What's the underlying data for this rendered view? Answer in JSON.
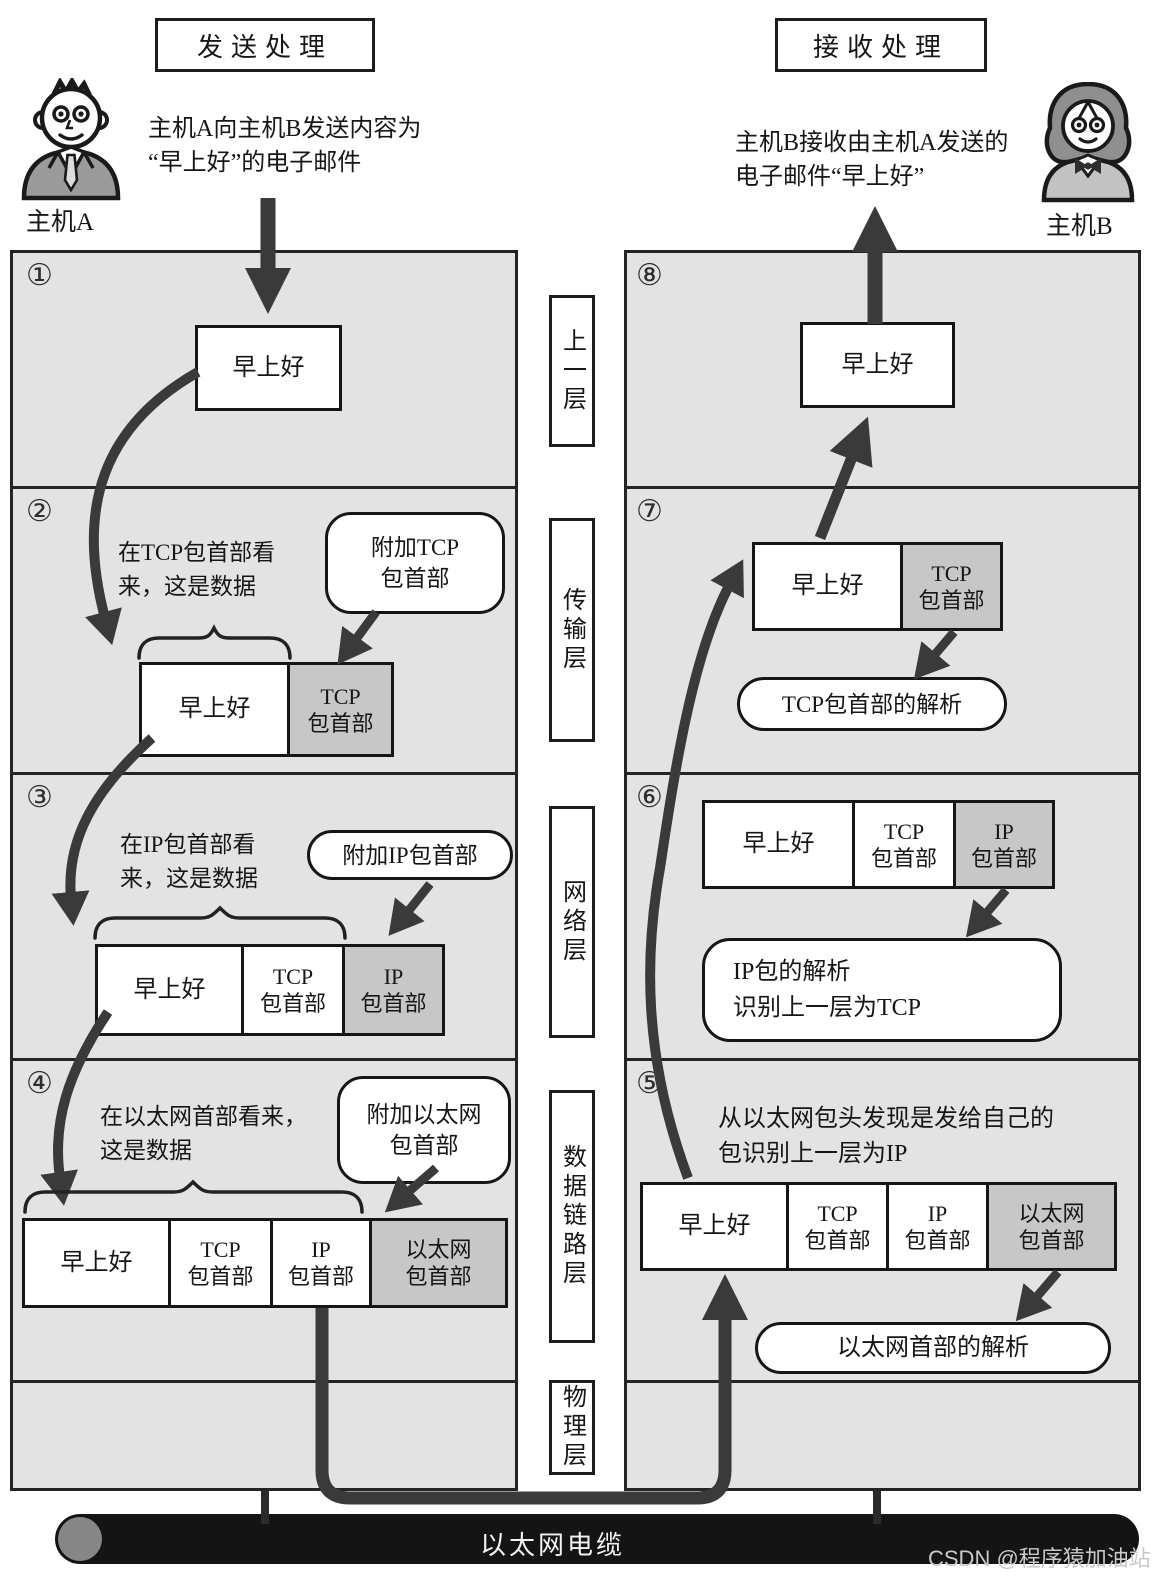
{
  "titles": {
    "send": "发送处理",
    "receive": "接收处理"
  },
  "hosts": {
    "a": {
      "label": "主机A",
      "caption1": "主机A向主机B发送内容为",
      "caption2": "“早上好”的电子邮件"
    },
    "b": {
      "label": "主机B",
      "caption1": "主机B接收由主机A发送的",
      "caption2": "电子邮件“早上好”"
    }
  },
  "layers": {
    "upper": "上一层",
    "transport": "传输层",
    "network": "网络层",
    "datalink": "数据链路层",
    "physical": "物理层"
  },
  "steps": {
    "s1": {
      "num": "①",
      "data": "早上好"
    },
    "s2": {
      "num": "②",
      "note1": "在TCP包首部看",
      "note2": "来，这是数据",
      "callout1": "附加TCP",
      "callout2": "包首部",
      "b1": "早上好",
      "b2a": "TCP",
      "b2b": "包首部"
    },
    "s3": {
      "num": "③",
      "note1": "在IP包首部看",
      "note2": "来，这是数据",
      "callout": "附加IP包首部",
      "b1": "早上好",
      "b2a": "TCP",
      "b2b": "包首部",
      "b3a": "IP",
      "b3b": "包首部"
    },
    "s4": {
      "num": "④",
      "note1": "在以太网首部看来，",
      "note2": "这是数据",
      "callout1": "附加以太网",
      "callout2": "包首部",
      "b1": "早上好",
      "b2a": "TCP",
      "b2b": "包首部",
      "b3a": "IP",
      "b3b": "包首部",
      "b4a": "以太网",
      "b4b": "包首部"
    },
    "s5": {
      "num": "⑤",
      "note1": "从以太网包头发现是发给自己的",
      "note2": "包识别上一层为IP",
      "b1": "早上好",
      "b2a": "TCP",
      "b2b": "包首部",
      "b3a": "IP",
      "b3b": "包首部",
      "b4a": "以太网",
      "b4b": "包首部",
      "callout": "以太网首部的解析"
    },
    "s6": {
      "num": "⑥",
      "b1": "早上好",
      "b2a": "TCP",
      "b2b": "包首部",
      "b3a": "IP",
      "b3b": "包首部",
      "callout1": "IP包的解析",
      "callout2": "识别上一层为TCP"
    },
    "s7": {
      "num": "⑦",
      "b1": "早上好",
      "b2a": "TCP",
      "b2b": "包首部",
      "callout": "TCP包首部的解析"
    },
    "s8": {
      "num": "⑧",
      "data": "早上好"
    }
  },
  "cable": {
    "label": "以太网电缆"
  },
  "watermark": "CSDN @程序猿加油站",
  "colors": {
    "panel_bg": "#e3e3e3",
    "shaded_box": "#c7c7c7",
    "arrow": "#3a3a3a",
    "cable": "#141414"
  }
}
